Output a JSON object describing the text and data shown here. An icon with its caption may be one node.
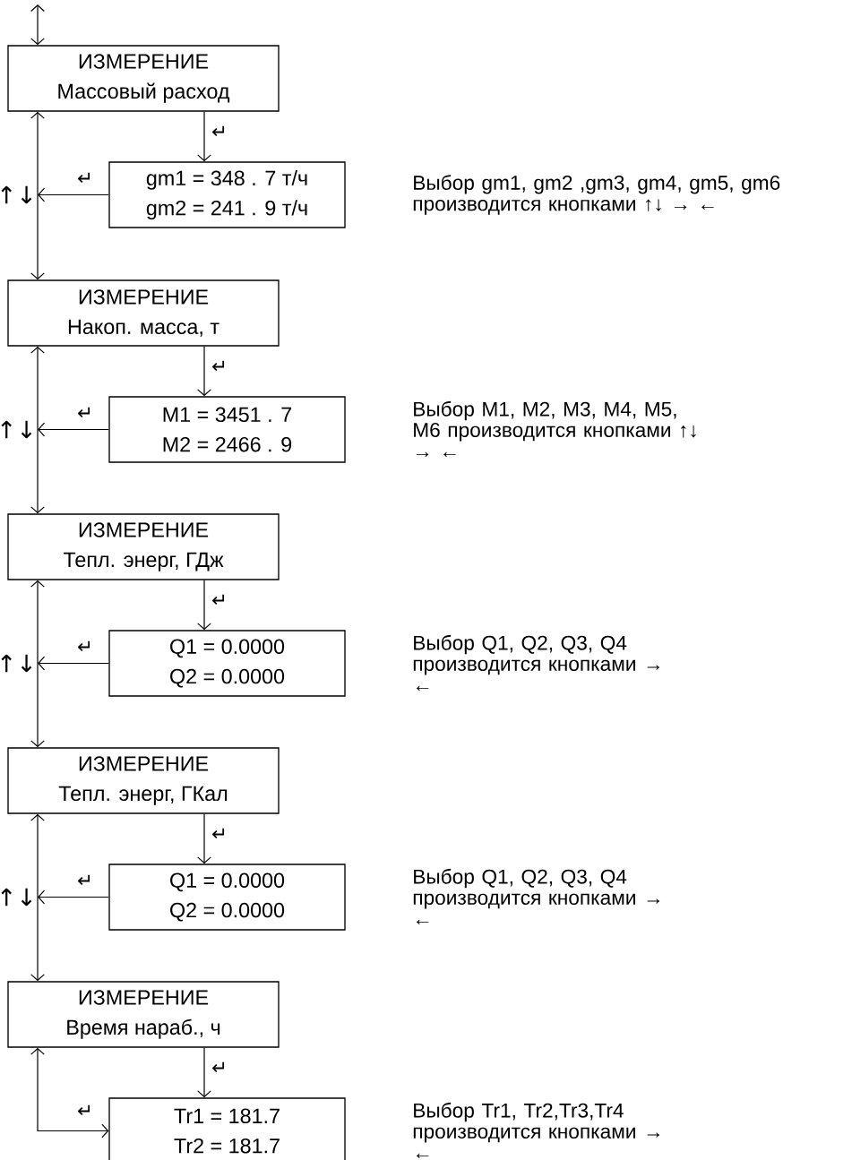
{
  "diagram": {
    "nodes": [
      {
        "text": [
          "ИЗМЕРЕНИЕ",
          "Массовый расход"
        ]
      },
      {
        "text": [
          "gm1 = 348 . 7 т/ч",
          "gm2 = 241 . 9 т/ч"
        ]
      },
      {
        "text": [
          "ИЗМЕРЕНИЕ",
          "Накоп. масса, т"
        ]
      },
      {
        "text": [
          "M1 = 3451 . 7",
          "M2 = 2466 . 9"
        ]
      },
      {
        "text": [
          "ИЗМЕРЕНИЕ",
          "Тепл. энерг, ГДж"
        ]
      },
      {
        "text": [
          "Q1 = 0.0000",
          "Q2 = 0.0000"
        ]
      },
      {
        "text": [
          "ИЗМЕРЕНИЕ",
          "Тепл. энерг, ГКал"
        ]
      },
      {
        "text": [
          "Q1 = 0.0000",
          "Q2 = 0.0000"
        ]
      },
      {
        "text": [
          "ИЗМЕРЕНИЕ",
          "Время нараб., ч"
        ]
      },
      {
        "text": [
          "Tr1 = 181.7",
          "Tr2 = 181.7"
        ]
      },
      {
        "text": [
          "↑↓"
        ]
      },
      {
        "text": [
          "↑↓"
        ]
      },
      {
        "text": [
          "↑↓"
        ]
      },
      {
        "text": [
          "↑↓"
        ]
      }
    ],
    "edges": [
      {
        "from": null,
        "to": 0,
        "arrow": "both"
      },
      {
        "from": 0,
        "to": 1,
        "arrow": "to",
        "label": "↵"
      },
      {
        "from": 1,
        "to": 10,
        "arrow": "to",
        "label": "↵"
      },
      {
        "from": 0,
        "to": 2,
        "arrow": "both"
      },
      {
        "from": 2,
        "to": 3,
        "arrow": "to",
        "label": "↵"
      },
      {
        "from": 3,
        "to": 11,
        "arrow": "to",
        "label": "↵"
      },
      {
        "from": 2,
        "to": 4,
        "arrow": "both"
      },
      {
        "from": 4,
        "to": 5,
        "arrow": "to",
        "label": "↵"
      },
      {
        "from": 5,
        "to": 12,
        "arrow": "to",
        "label": "↵"
      },
      {
        "from": 4,
        "to": 6,
        "arrow": "both"
      },
      {
        "from": 6,
        "to": 7,
        "arrow": "to",
        "label": "↵"
      },
      {
        "from": 7,
        "to": 13,
        "arrow": "to",
        "label": "↵"
      },
      {
        "from": 6,
        "to": 8,
        "arrow": "both"
      },
      {
        "from": 8,
        "to": 9,
        "arrow": "to",
        "label": "↵"
      },
      {
        "from": 8,
        "to": 9,
        "arrow": "both",
        "label": "↵"
      }
    ],
    "labels": [
      "Выбор gm1, gm2 ,gm3, gm4, gm5, gm6 производится кнопками ↑↓ → ←",
      "Выбор M1, M2, M3, M4, M5, M6 производится кнопками ↑↓ → ←",
      "Выбор Q1, Q2, Q3, Q4 производится кнопками → ←",
      "Выбор Q1, Q2, Q3, Q4 производится кнопками → ←",
      "Выбор Tr1, Tr2,Tr3,Tr4 производится кнопками → ←"
    ]
  }
}
